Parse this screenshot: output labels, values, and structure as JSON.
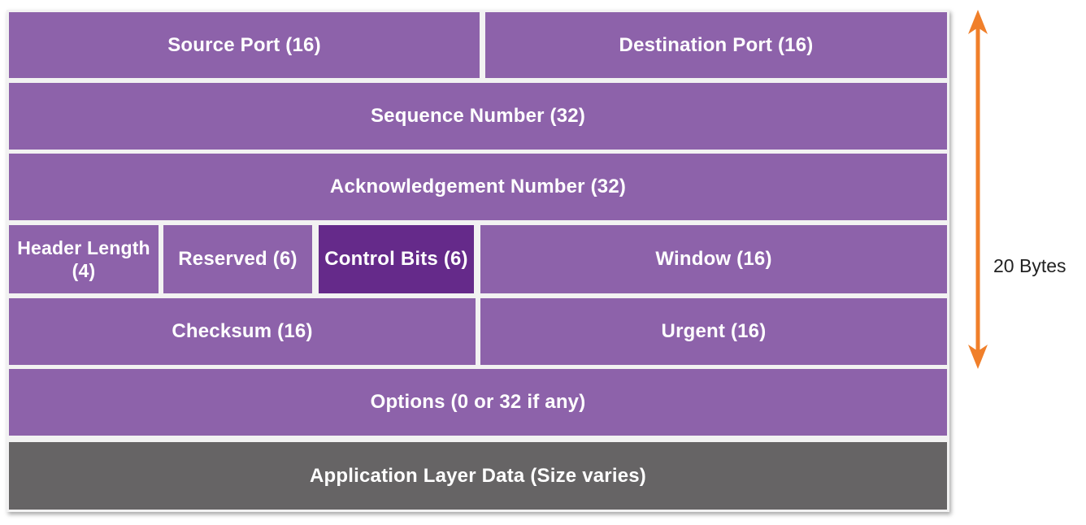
{
  "rows": [
    [
      {
        "label": "Source Port (16)"
      },
      {
        "label": "Destination Port (16)"
      }
    ],
    [
      {
        "label": "Sequence Number (32)"
      }
    ],
    [
      {
        "label": "Acknowledgement Number (32)"
      }
    ],
    [
      {
        "label_line1": "Header Length",
        "label_line2": "(4)"
      },
      {
        "label": "Reserved (6)"
      },
      {
        "label": "Control Bits (6)"
      },
      {
        "label": "Window (16)"
      }
    ],
    [
      {
        "label": "Checksum (16)"
      },
      {
        "label": "Urgent (16)"
      }
    ],
    [
      {
        "label": "Options (0 or 32 if any)"
      }
    ],
    [
      {
        "label": "Application Layer Data (Size varies)"
      }
    ]
  ],
  "header_size_label": "20 Bytes",
  "colors": {
    "field": "#8d62aa",
    "highlight": "#652a8a",
    "payload": "#666465",
    "arrow": "#f07f2a"
  }
}
